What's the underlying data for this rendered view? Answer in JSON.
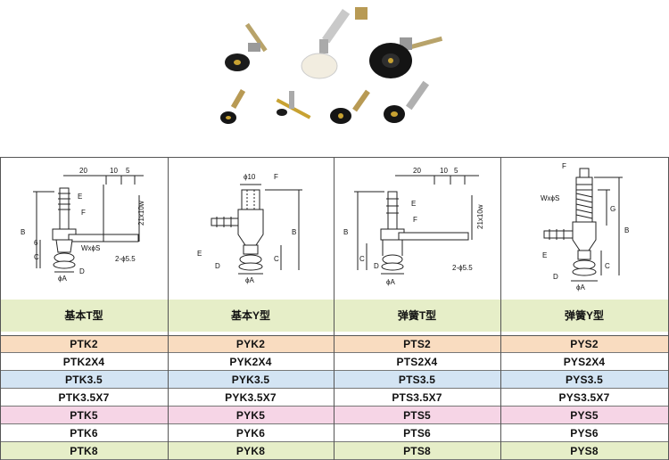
{
  "diagrams": [
    {
      "dims": [
        "20",
        "10",
        "5",
        "21x10w",
        "B",
        "E",
        "F",
        "6",
        "C",
        "D",
        "WxϕS",
        "2-ϕ5.5",
        "ϕA"
      ]
    },
    {
      "dims": [
        "ϕ10",
        "F",
        "B",
        "E",
        "D",
        "C",
        "ϕA"
      ]
    },
    {
      "dims": [
        "20",
        "10",
        "5",
        "21x10w",
        "B",
        "E",
        "F",
        "C",
        "D",
        "2-ϕ5.5",
        "ϕA"
      ]
    },
    {
      "dims": [
        "F",
        "WxϕS",
        "G",
        "B",
        "E",
        "C",
        "D",
        "ϕA"
      ]
    }
  ],
  "table": {
    "headers": [
      "基本T型",
      "基本Y型",
      "弹簧T型",
      "弹簧Y型"
    ],
    "rows": [
      {
        "color": "#f9dcc0",
        "cells": [
          "PTK2",
          "PYK2",
          "PTS2",
          "PYS2"
        ]
      },
      {
        "color": "#ffffff",
        "cells": [
          "PTK2X4",
          "PYK2X4",
          "PTS2X4",
          "PYS2X4"
        ]
      },
      {
        "color": "#d3e4f3",
        "cells": [
          "PTK3.5",
          "PYK3.5",
          "PTS3.5",
          "PYS3.5"
        ]
      },
      {
        "color": "#ffffff",
        "cells": [
          "PTK3.5X7",
          "PYK3.5X7",
          "PTS3.5X7",
          "PYS3.5X7"
        ]
      },
      {
        "color": "#f6d5e6",
        "cells": [
          "PTK5",
          "PYK5",
          "PTS5",
          "PYS5"
        ]
      },
      {
        "color": "#ffffff",
        "cells": [
          "PTK6",
          "PYK6",
          "PTS6",
          "PYS6"
        ]
      },
      {
        "color": "#e6eec8",
        "cells": [
          "PTK8",
          "PYK8",
          "PTS8",
          "PYS8"
        ]
      }
    ]
  }
}
